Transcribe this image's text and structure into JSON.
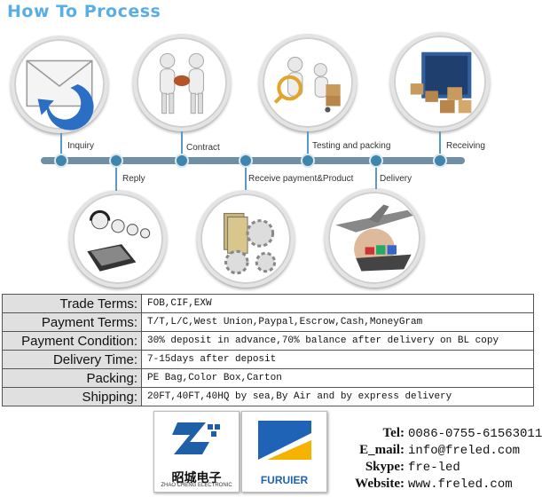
{
  "title": "How To Process",
  "steps": {
    "inquiry": "Inquiry",
    "reply": "Reply",
    "contract": "Contract",
    "receive_payment": "Receive payment&Product",
    "testing": "Testing and packing",
    "delivery": "Delivery",
    "receiving": "Receiving"
  },
  "terms": [
    {
      "label": "Trade Terms:",
      "value": "FOB,CIF,EXW"
    },
    {
      "label": "Payment Terms:",
      "value": "T/T,L/C,West Union,Paypal,Escrow,Cash,MoneyGram"
    },
    {
      "label": "Payment Condition:",
      "value": "30% deposit in advance,70% balance after delivery on BL copy"
    },
    {
      "label": "Delivery Time:",
      "value": "7-15days after deposit"
    },
    {
      "label": "Packing:",
      "value": "PE Bag,Color Box,Carton"
    },
    {
      "label": "Shipping:",
      "value": "20FT,40FT,40HQ by sea,By Air and by express delivery"
    }
  ],
  "logos": {
    "zhaocheng_cn": "昭城电子",
    "zhaocheng_en": "ZHAO CHENG ELECTRONIC",
    "furuier": "FURUIER"
  },
  "contact": {
    "tel_label": "Tel:",
    "tel": "0086-0755-61563011",
    "email_label": "E_mail:",
    "email": "info@freled.com",
    "skype_label": "Skype:",
    "skype": "fre-led",
    "website_label": "Website:",
    "website": "www.freled.com"
  },
  "colors": {
    "title": "#5aaee6",
    "timeline": "#6e8fa6",
    "node": "#3f86ad",
    "header_cell": "#e0e0e0"
  }
}
